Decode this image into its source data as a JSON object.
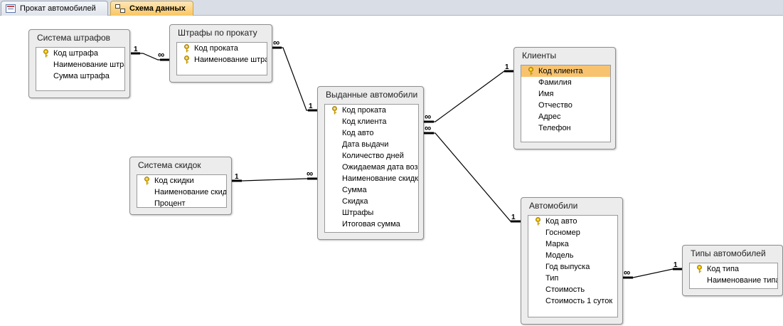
{
  "tabs": [
    {
      "label": "Прокат автомобилей",
      "active": false,
      "icon": "form-icon"
    },
    {
      "label": "Схема данных",
      "active": true,
      "icon": "relationships-icon"
    }
  ],
  "tables": {
    "fines_system": {
      "title": "Система штрафов",
      "fields": [
        {
          "name": "Код штрафа",
          "pk": true
        },
        {
          "name": "Наименование штрафа"
        },
        {
          "name": "Сумма штрафа"
        }
      ]
    },
    "rental_fines": {
      "title": "Штрафы по прокату",
      "fields": [
        {
          "name": "Код проката",
          "pk": true
        },
        {
          "name": "Наименование штрафа",
          "pk": true
        }
      ]
    },
    "issued_cars": {
      "title": "Выданные автомобили",
      "fields": [
        {
          "name": "Код проката",
          "pk": true
        },
        {
          "name": "Код клиента"
        },
        {
          "name": "Код авто"
        },
        {
          "name": "Дата выдачи"
        },
        {
          "name": "Количество дней"
        },
        {
          "name": "Ожидаемая дата возврата"
        },
        {
          "name": "Наименование скидки"
        },
        {
          "name": "Сумма"
        },
        {
          "name": "Скидка"
        },
        {
          "name": "Штрафы"
        },
        {
          "name": "Итоговая сумма"
        }
      ]
    },
    "discounts_system": {
      "title": "Система скидок",
      "fields": [
        {
          "name": "Код скидки",
          "pk": true
        },
        {
          "name": "Наименование скидки"
        },
        {
          "name": "Процент"
        }
      ]
    },
    "clients": {
      "title": "Клиенты",
      "fields": [
        {
          "name": "Код клиента",
          "pk": true,
          "selected": true
        },
        {
          "name": "Фамилия"
        },
        {
          "name": "Имя"
        },
        {
          "name": "Отчество"
        },
        {
          "name": "Адрес"
        },
        {
          "name": "Телефон"
        }
      ]
    },
    "cars": {
      "title": "Автомобили",
      "fields": [
        {
          "name": "Код авто",
          "pk": true
        },
        {
          "name": "Госномер"
        },
        {
          "name": "Марка"
        },
        {
          "name": "Модель"
        },
        {
          "name": "Год выпуска"
        },
        {
          "name": "Тип"
        },
        {
          "name": "Стоимость"
        },
        {
          "name": "Стоимость 1 суток"
        }
      ]
    },
    "car_types": {
      "title": "Типы автомобилей",
      "fields": [
        {
          "name": "Код типа",
          "pk": true
        },
        {
          "name": "Наименование типа"
        }
      ]
    }
  },
  "relationships": [
    {
      "one": "fines_system",
      "many": "rental_fines",
      "one_label": "1",
      "many_label": "∞"
    },
    {
      "one": "issued_cars",
      "many": "rental_fines",
      "one_label": "1",
      "many_label": "∞"
    },
    {
      "one": "discounts_system",
      "many": "issued_cars",
      "one_label": "1",
      "many_label": "∞"
    },
    {
      "one": "clients",
      "many": "issued_cars",
      "one_label": "1",
      "many_label": "∞"
    },
    {
      "one": "cars",
      "many": "issued_cars",
      "one_label": "1",
      "many_label": "∞"
    },
    {
      "one": "car_types",
      "many": "cars",
      "one_label": "1",
      "many_label": "∞"
    }
  ],
  "colors": {
    "selected_field": "#f8c36f",
    "active_tab": "#f9c660",
    "key_icon": "#d9a400"
  }
}
